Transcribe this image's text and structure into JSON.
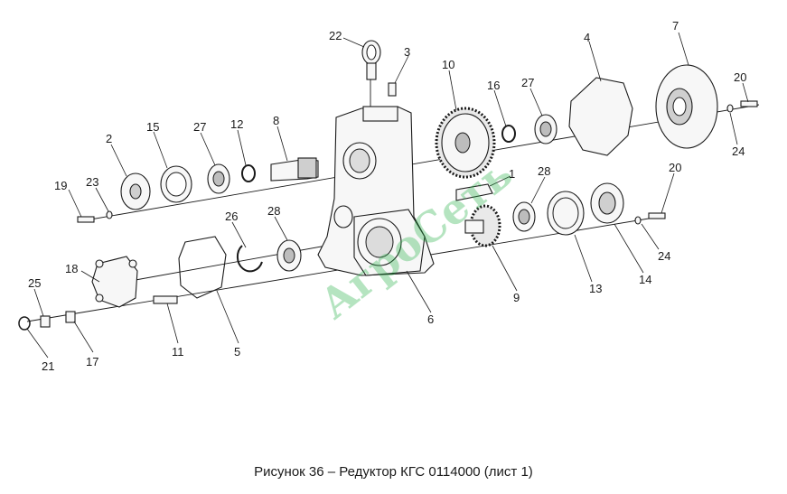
{
  "caption": "Рисунок 36 – Редуктор КГС 0114000 (лист 1)",
  "watermark": "АгроСеть",
  "callouts": [
    {
      "id": "c22",
      "text": "22"
    },
    {
      "id": "c3",
      "text": "3"
    },
    {
      "id": "c10",
      "text": "10"
    },
    {
      "id": "c16",
      "text": "16"
    },
    {
      "id": "c27a",
      "text": "27"
    },
    {
      "id": "c4",
      "text": "4"
    },
    {
      "id": "c7",
      "text": "7"
    },
    {
      "id": "c20a",
      "text": "20"
    },
    {
      "id": "c24a",
      "text": "24"
    },
    {
      "id": "c2",
      "text": "2"
    },
    {
      "id": "c15",
      "text": "15"
    },
    {
      "id": "c27b",
      "text": "27"
    },
    {
      "id": "c12",
      "text": "12"
    },
    {
      "id": "c8",
      "text": "8"
    },
    {
      "id": "c19",
      "text": "19"
    },
    {
      "id": "c23",
      "text": "23"
    },
    {
      "id": "c1",
      "text": "1"
    },
    {
      "id": "c28a",
      "text": "28"
    },
    {
      "id": "c20b",
      "text": "20"
    },
    {
      "id": "c26",
      "text": "26"
    },
    {
      "id": "c28b",
      "text": "28"
    },
    {
      "id": "c24b",
      "text": "24"
    },
    {
      "id": "c18",
      "text": "18"
    },
    {
      "id": "c25",
      "text": "25"
    },
    {
      "id": "c14",
      "text": "14"
    },
    {
      "id": "c13",
      "text": "13"
    },
    {
      "id": "c9",
      "text": "9"
    },
    {
      "id": "c6",
      "text": "6"
    },
    {
      "id": "c11",
      "text": "11"
    },
    {
      "id": "c5",
      "text": "5"
    },
    {
      "id": "c17",
      "text": "17"
    },
    {
      "id": "c21",
      "text": "21"
    }
  ]
}
